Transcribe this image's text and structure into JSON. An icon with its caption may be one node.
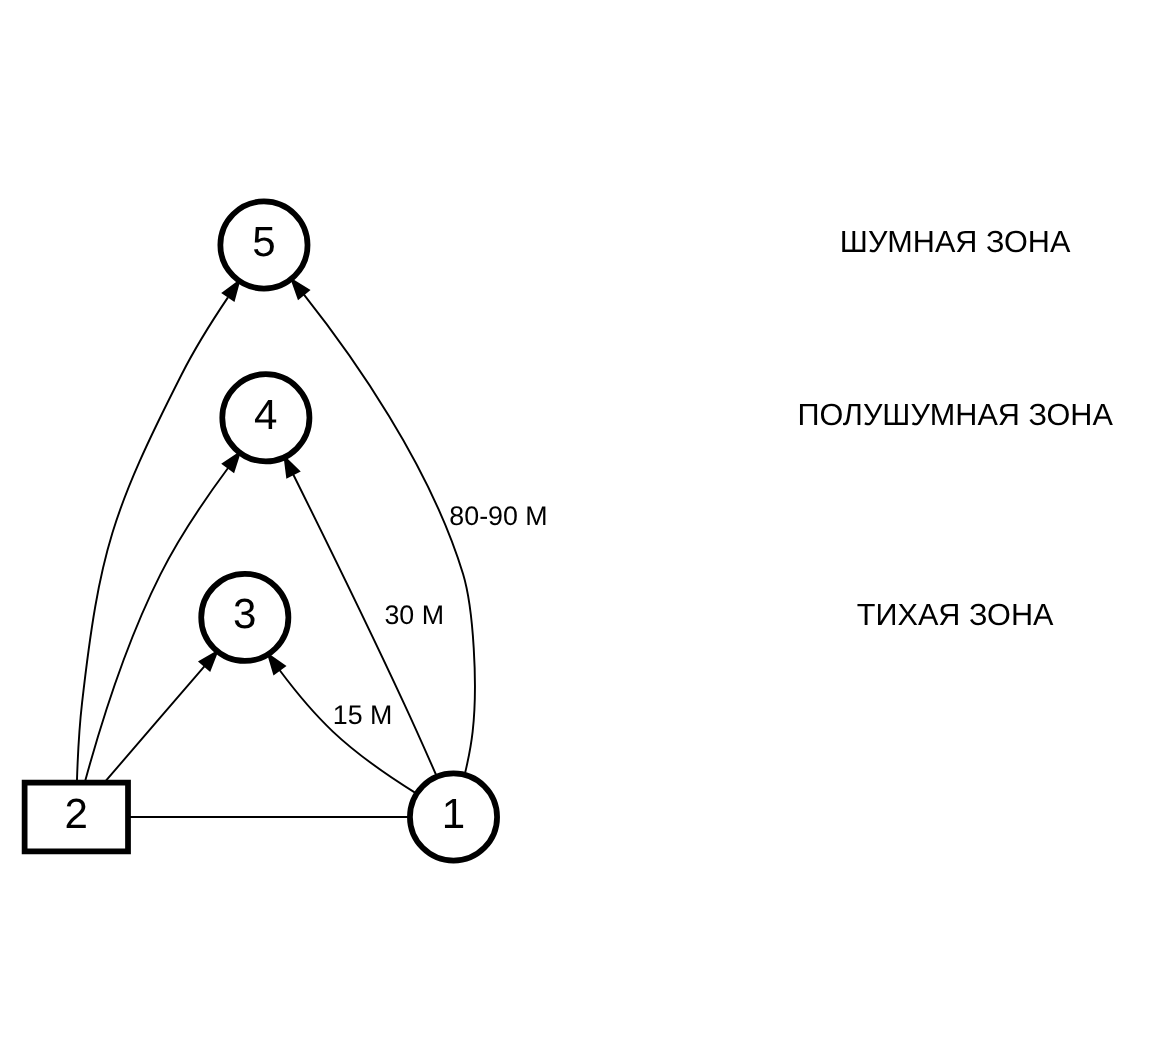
{
  "diagram": {
    "nodes": [
      {
        "text": [
          "5"
        ]
      },
      {
        "text": [
          "4"
        ]
      },
      {
        "text": [
          "3"
        ]
      },
      {
        "text": [
          "1"
        ]
      },
      {
        "text": [
          "2"
        ]
      }
    ],
    "edges": [
      {
        "from": 3,
        "to": 0,
        "arrow": "to",
        "label": "80-90 М"
      },
      {
        "from": 3,
        "to": 1,
        "arrow": "to",
        "label": "30 М"
      },
      {
        "from": 3,
        "to": 2,
        "arrow": "to",
        "label": "15 М"
      },
      {
        "from": 4,
        "to": 0,
        "arrow": "to"
      },
      {
        "from": 4,
        "to": 1,
        "arrow": "to"
      },
      {
        "from": 4,
        "to": 2,
        "arrow": "to"
      },
      {
        "from": 3,
        "to": 4,
        "arrow": "none"
      }
    ],
    "labels": [
      "ШУМНАЯ ЗОНА",
      "ПОЛУШУМНАЯ ЗОНА",
      "ТИХАЯ ЗОНА"
    ]
  }
}
